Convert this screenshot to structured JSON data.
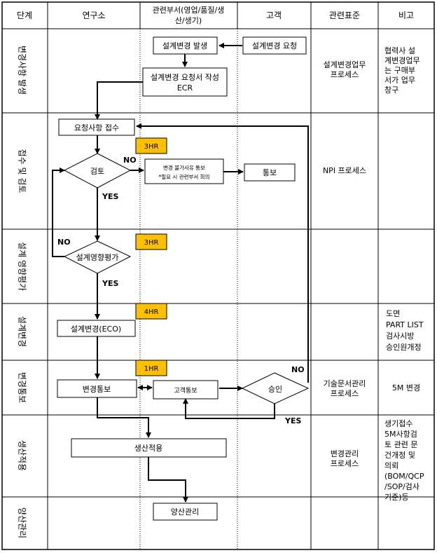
{
  "header": {
    "stage": "단계",
    "lab": "연구소",
    "dept": "관련부서(영업/품질/생산/생기)",
    "dept_l1": "관련부서(영업/품질/생",
    "dept_l2": "산/생기)",
    "customer": "고객",
    "standard": "관련표준",
    "note": "비고"
  },
  "stages": [
    "변경사항 발생",
    "접수 및 검토",
    "설계 영향평가",
    "설계변경",
    "변경통보",
    "생산적용",
    "양산관리"
  ],
  "boxes": {
    "design_change_occur": "설계변경 발생",
    "design_change_request": "설계변경 요청",
    "ecr_l1": "설계변경 요청서 작성",
    "ecr_l2": "ECR",
    "receive_request": "요청사항 접수",
    "review": "검토",
    "reject_notice_l1": "변경 불가사유 통보",
    "reject_notice_l2": "*필요 시 관련부서 회의",
    "notify": "통보",
    "impact_eval": "설계영향평가",
    "eco": "설계변경(ECO)",
    "change_notice": "변경통보",
    "customer_notice": "고객통보",
    "approval": "승인",
    "production_apply": "생산적용",
    "mass_production": "양산관리"
  },
  "time_badges": [
    "3HR",
    "3HR",
    "4HR",
    "1HR"
  ],
  "labels": {
    "no1": "NO",
    "yes1": "YES",
    "no2": "NO",
    "yes2": "YES",
    "no3": "NO",
    "yes3": "YES"
  },
  "standards": [
    "설계변경업무 프로세스",
    "NPI 프로세스",
    "",
    "",
    "기술문서관리 프로세스",
    "변경관리 프로세스",
    ""
  ],
  "notes": {
    "stage1": "협력사 설계변경업무는 구매부서가 업무창구",
    "stage4": [
      "도면",
      "PART LIST",
      "검사시방",
      "승인원개정"
    ],
    "stage5": "5M 변경",
    "stage6": "생기접수 5M사항검토 관련 문건개정 및 의뢰 (BOM/QCP/SOP/검사기준)등"
  },
  "colors": {
    "badge": "#ffc000",
    "line": "#000000"
  }
}
